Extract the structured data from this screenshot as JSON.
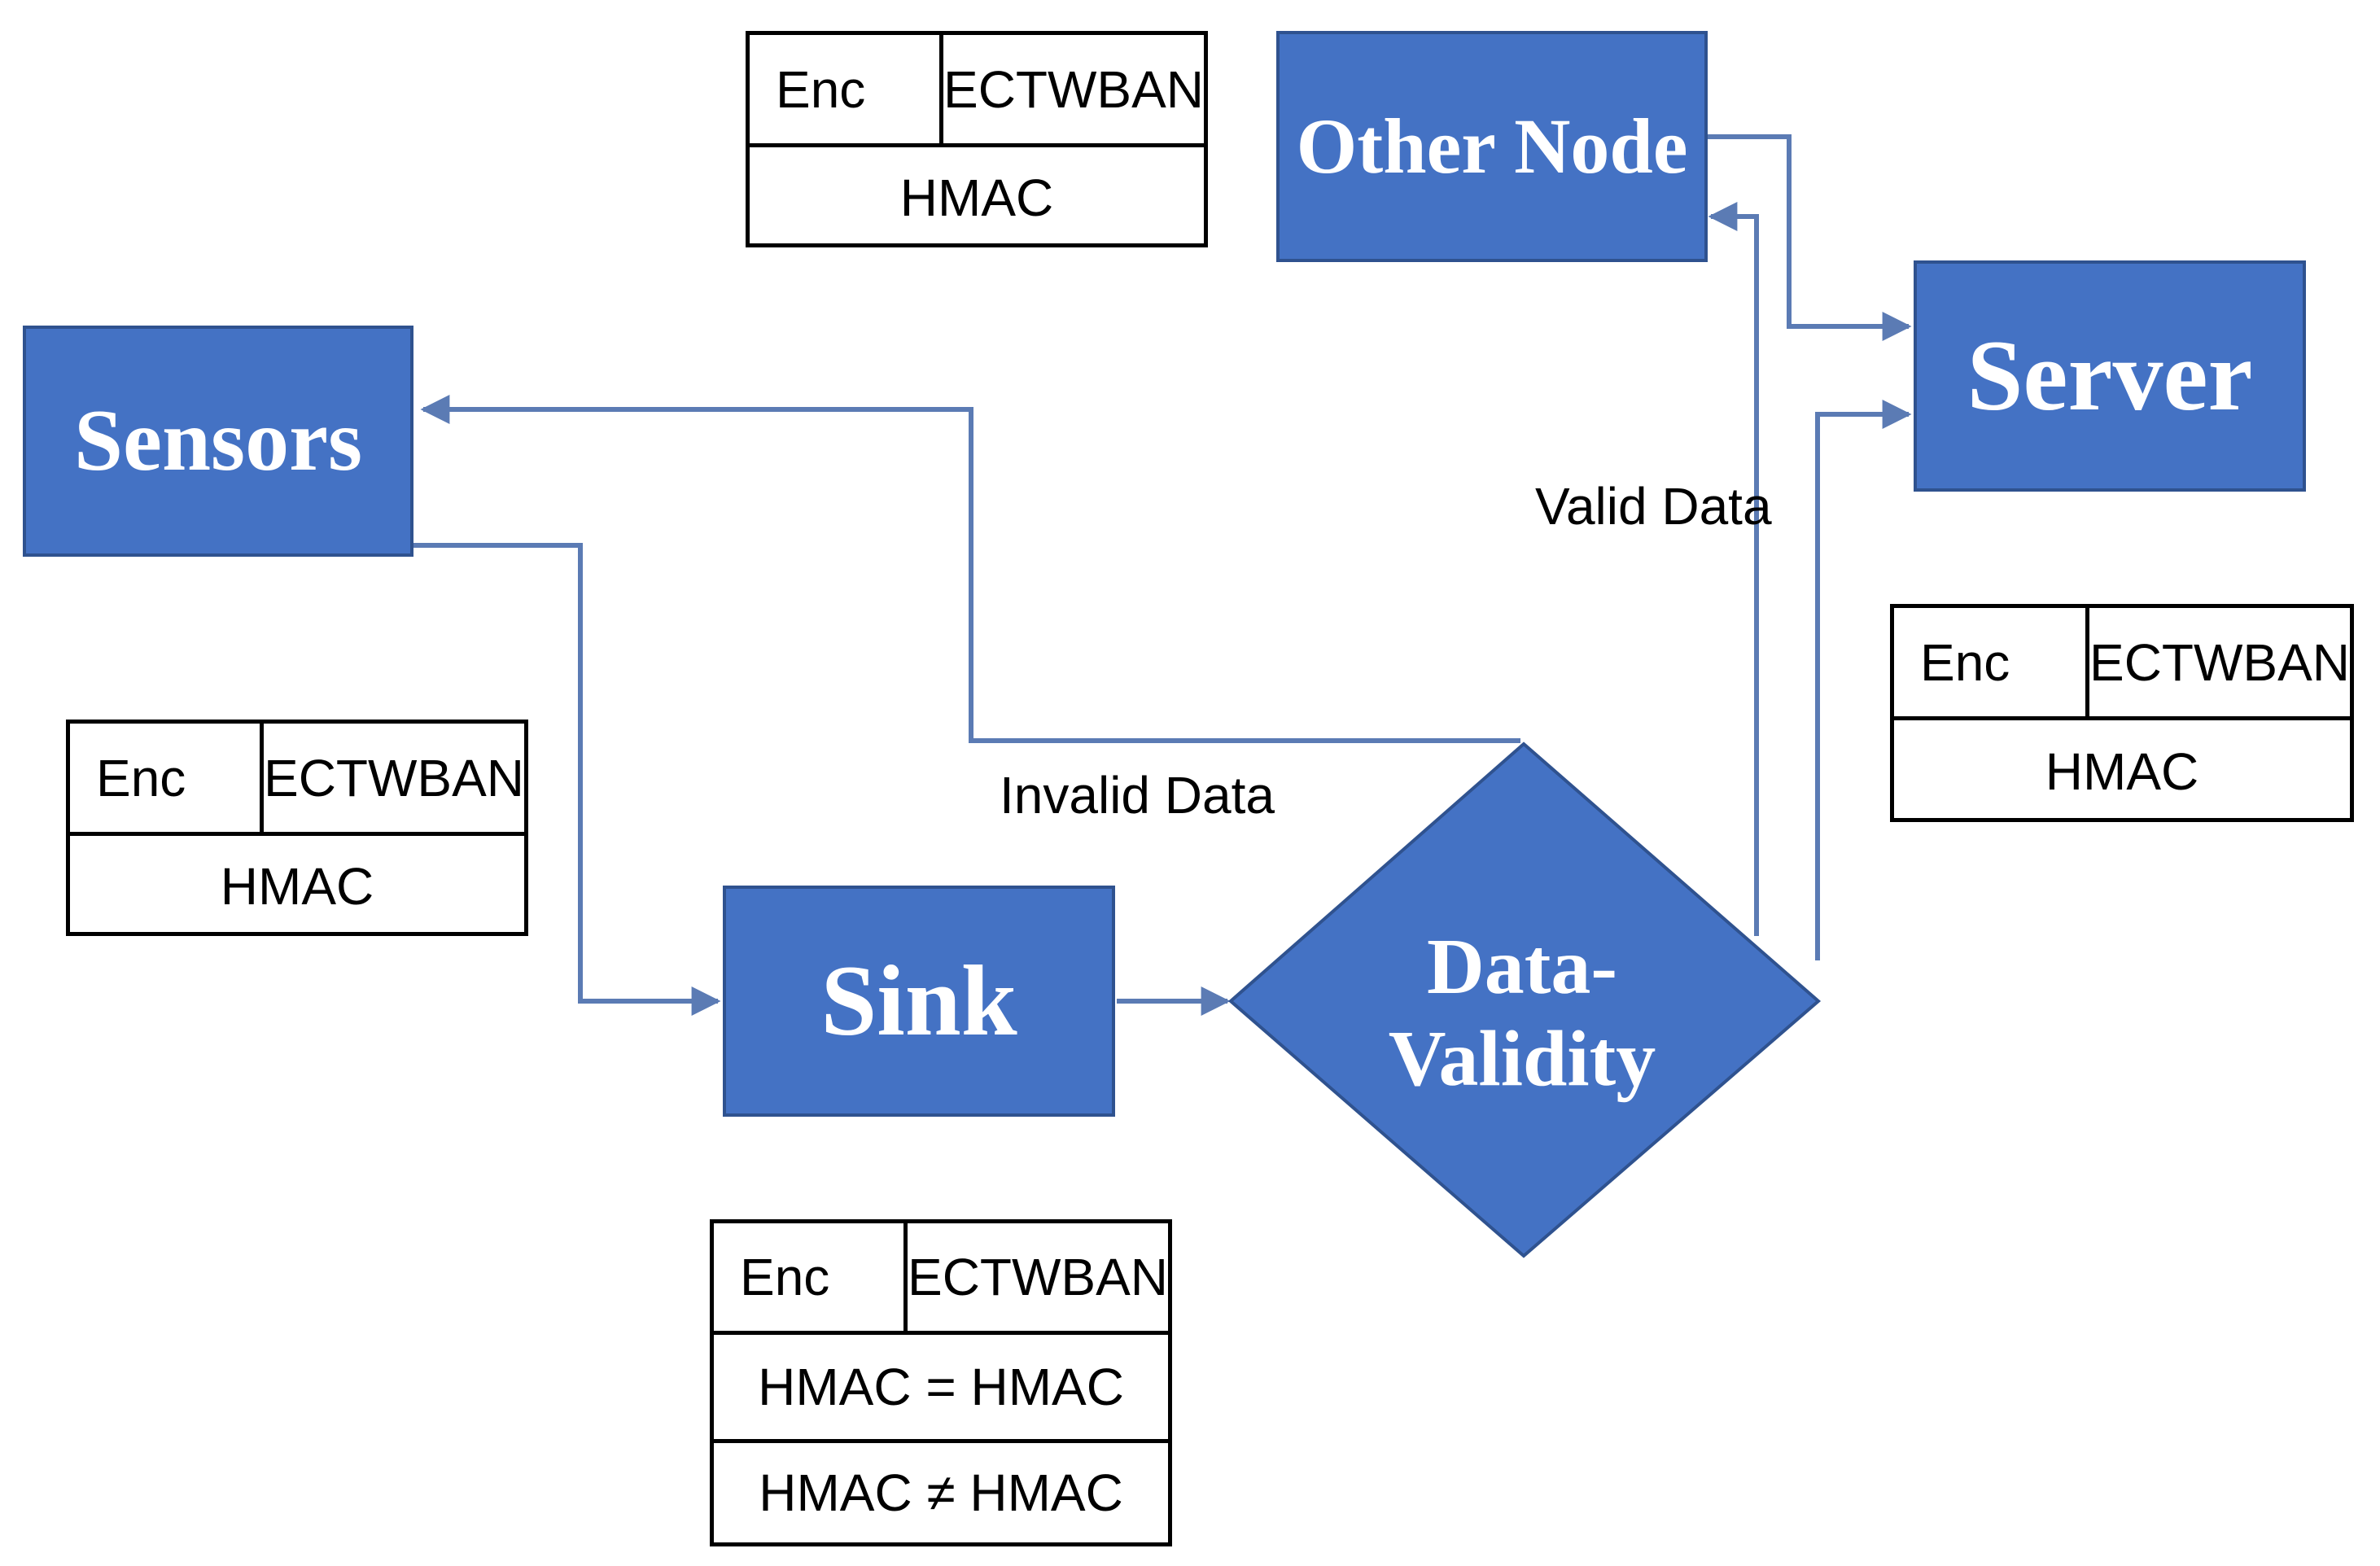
{
  "nodes": {
    "other_node": "Other Node",
    "server": "Server",
    "sensors": "Sensors",
    "sink": "Sink",
    "data_validity": "Data-\nValidity"
  },
  "edge_labels": {
    "valid": "Valid Data",
    "invalid": "Invalid Data"
  },
  "records": {
    "top": {
      "enc": "Enc",
      "key": "ECTWBAN",
      "mac": "HMAC"
    },
    "left": {
      "enc": "Enc",
      "key": "ECTWBAN",
      "mac": "HMAC"
    },
    "right": {
      "enc": "Enc",
      "key": "ECTWBAN",
      "mac": "HMAC"
    },
    "sink": {
      "enc": "Enc",
      "key": "ECTWBAN",
      "mac_equal": "HMAC = HMAC",
      "mac_not_equal": "HMAC ≠ HMAC"
    }
  },
  "colors": {
    "node_fill": "#4472C4",
    "node_border": "#2F528F",
    "connector": "#5B7BB4"
  }
}
